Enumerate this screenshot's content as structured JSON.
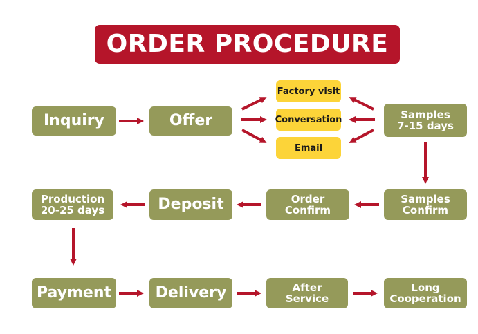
{
  "title": "ORDER PROCEDURE",
  "colors": {
    "title_bg": "#b5152a",
    "node_bg": "#959a5a",
    "option_bg": "#fcd439",
    "arrow": "#b5152a"
  },
  "nodes": {
    "inquiry": [
      "Inquiry"
    ],
    "offer": [
      "Offer"
    ],
    "factory_visit": "Factory visit",
    "conversation": "Conversation",
    "email": "Email",
    "samples": [
      "Samples",
      "7-15 days"
    ],
    "samples_confirm": [
      "Samples",
      "Confirm"
    ],
    "order_confirm": [
      "Order",
      "Confirm"
    ],
    "deposit": [
      "Deposit"
    ],
    "production": [
      "Production",
      "20-25 days"
    ],
    "payment": [
      "Payment"
    ],
    "delivery": [
      "Delivery"
    ],
    "after_service": [
      "After",
      "Service"
    ],
    "long_cooperation": [
      "Long",
      "Cooperation"
    ]
  }
}
